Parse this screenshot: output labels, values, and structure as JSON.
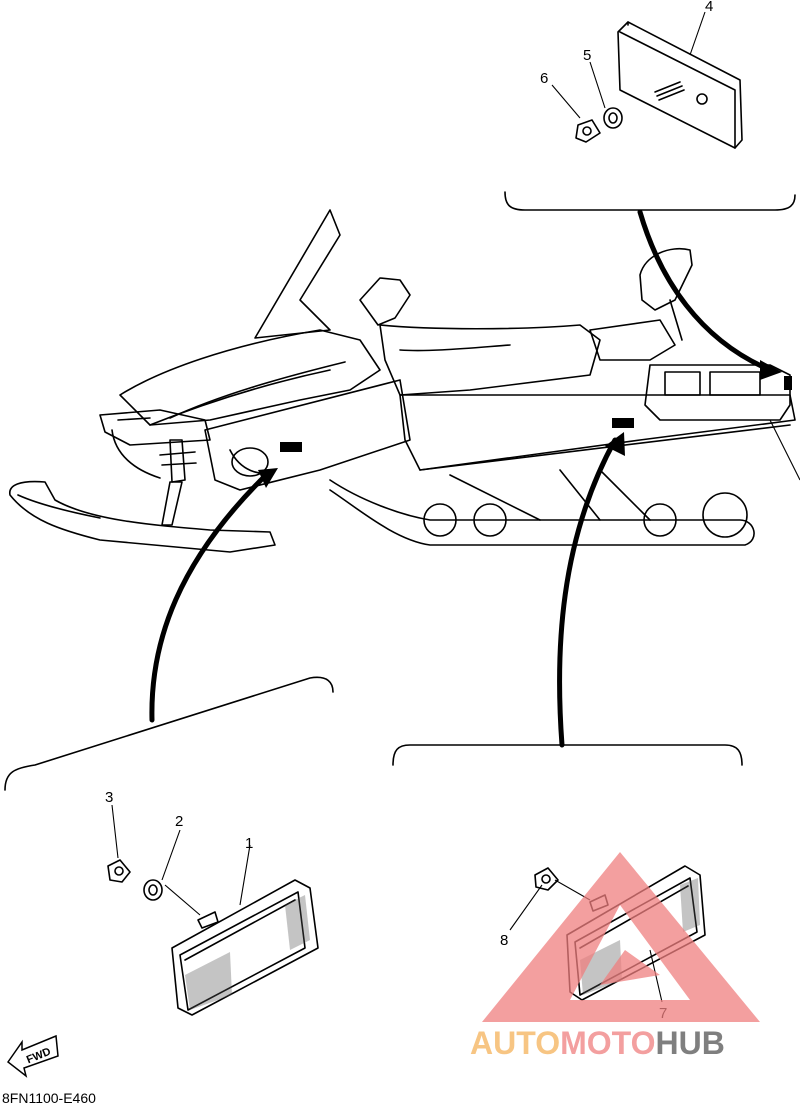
{
  "callouts": [
    {
      "num": "1"
    },
    {
      "num": "2"
    },
    {
      "num": "3"
    },
    {
      "num": "4"
    },
    {
      "num": "5"
    },
    {
      "num": "6"
    },
    {
      "num": "7"
    },
    {
      "num": "8"
    }
  ],
  "diagram_code": "8FN1100-E460",
  "fwd_label": "FWD",
  "watermark": {
    "part1": "AUTO",
    "part2": "MOTO",
    "part3": "HUB",
    "color_light": "#f5b25a",
    "color_accent": "#ef7f7f",
    "color_dark": "#555555"
  }
}
